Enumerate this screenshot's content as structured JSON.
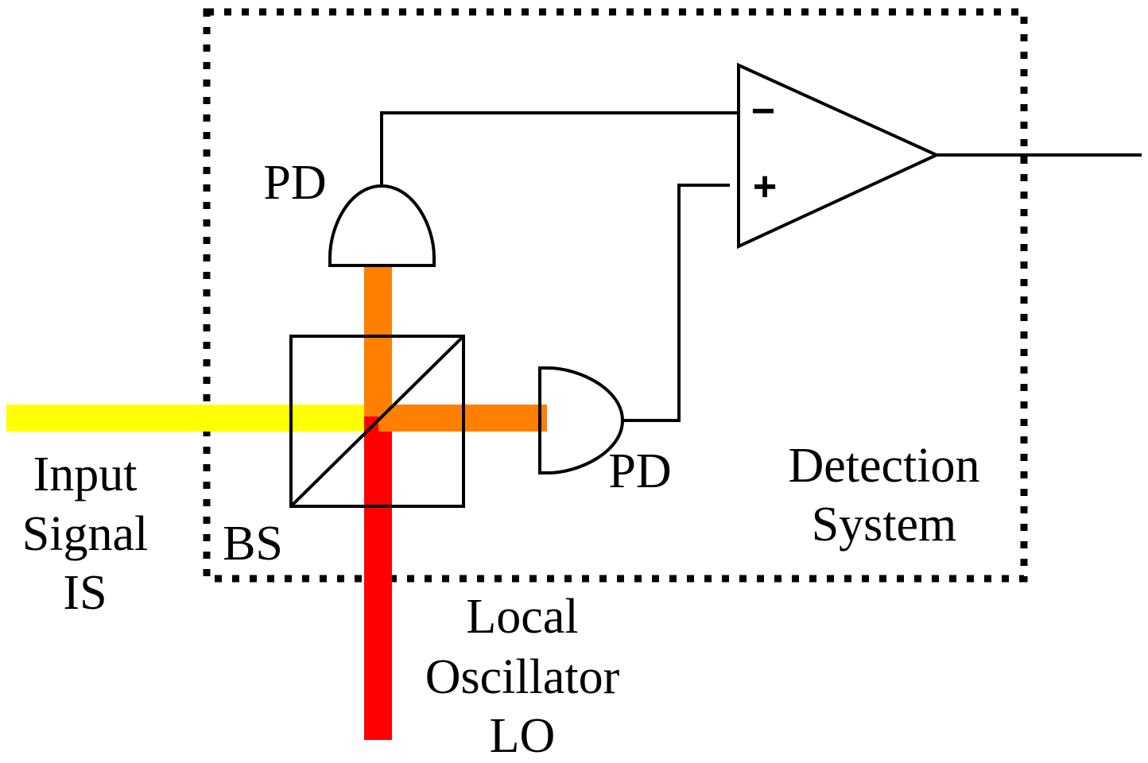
{
  "labels": {
    "pd_top": "PD",
    "pd_right": "PD",
    "beam_splitter": "BS",
    "input_signal": [
      "Input",
      "Signal",
      "IS"
    ],
    "local_oscillator": [
      "Local",
      "Oscillator",
      "LO"
    ],
    "detection_system": [
      "Detection",
      "System"
    ],
    "amp_minus": "−",
    "amp_plus": "+"
  },
  "colors": {
    "input_signal_beam": "#ffff00",
    "local_oscillator_beam": "#ff0000",
    "mixed_beam": "#ff8000",
    "wire": "#000000",
    "border": "#000000"
  }
}
